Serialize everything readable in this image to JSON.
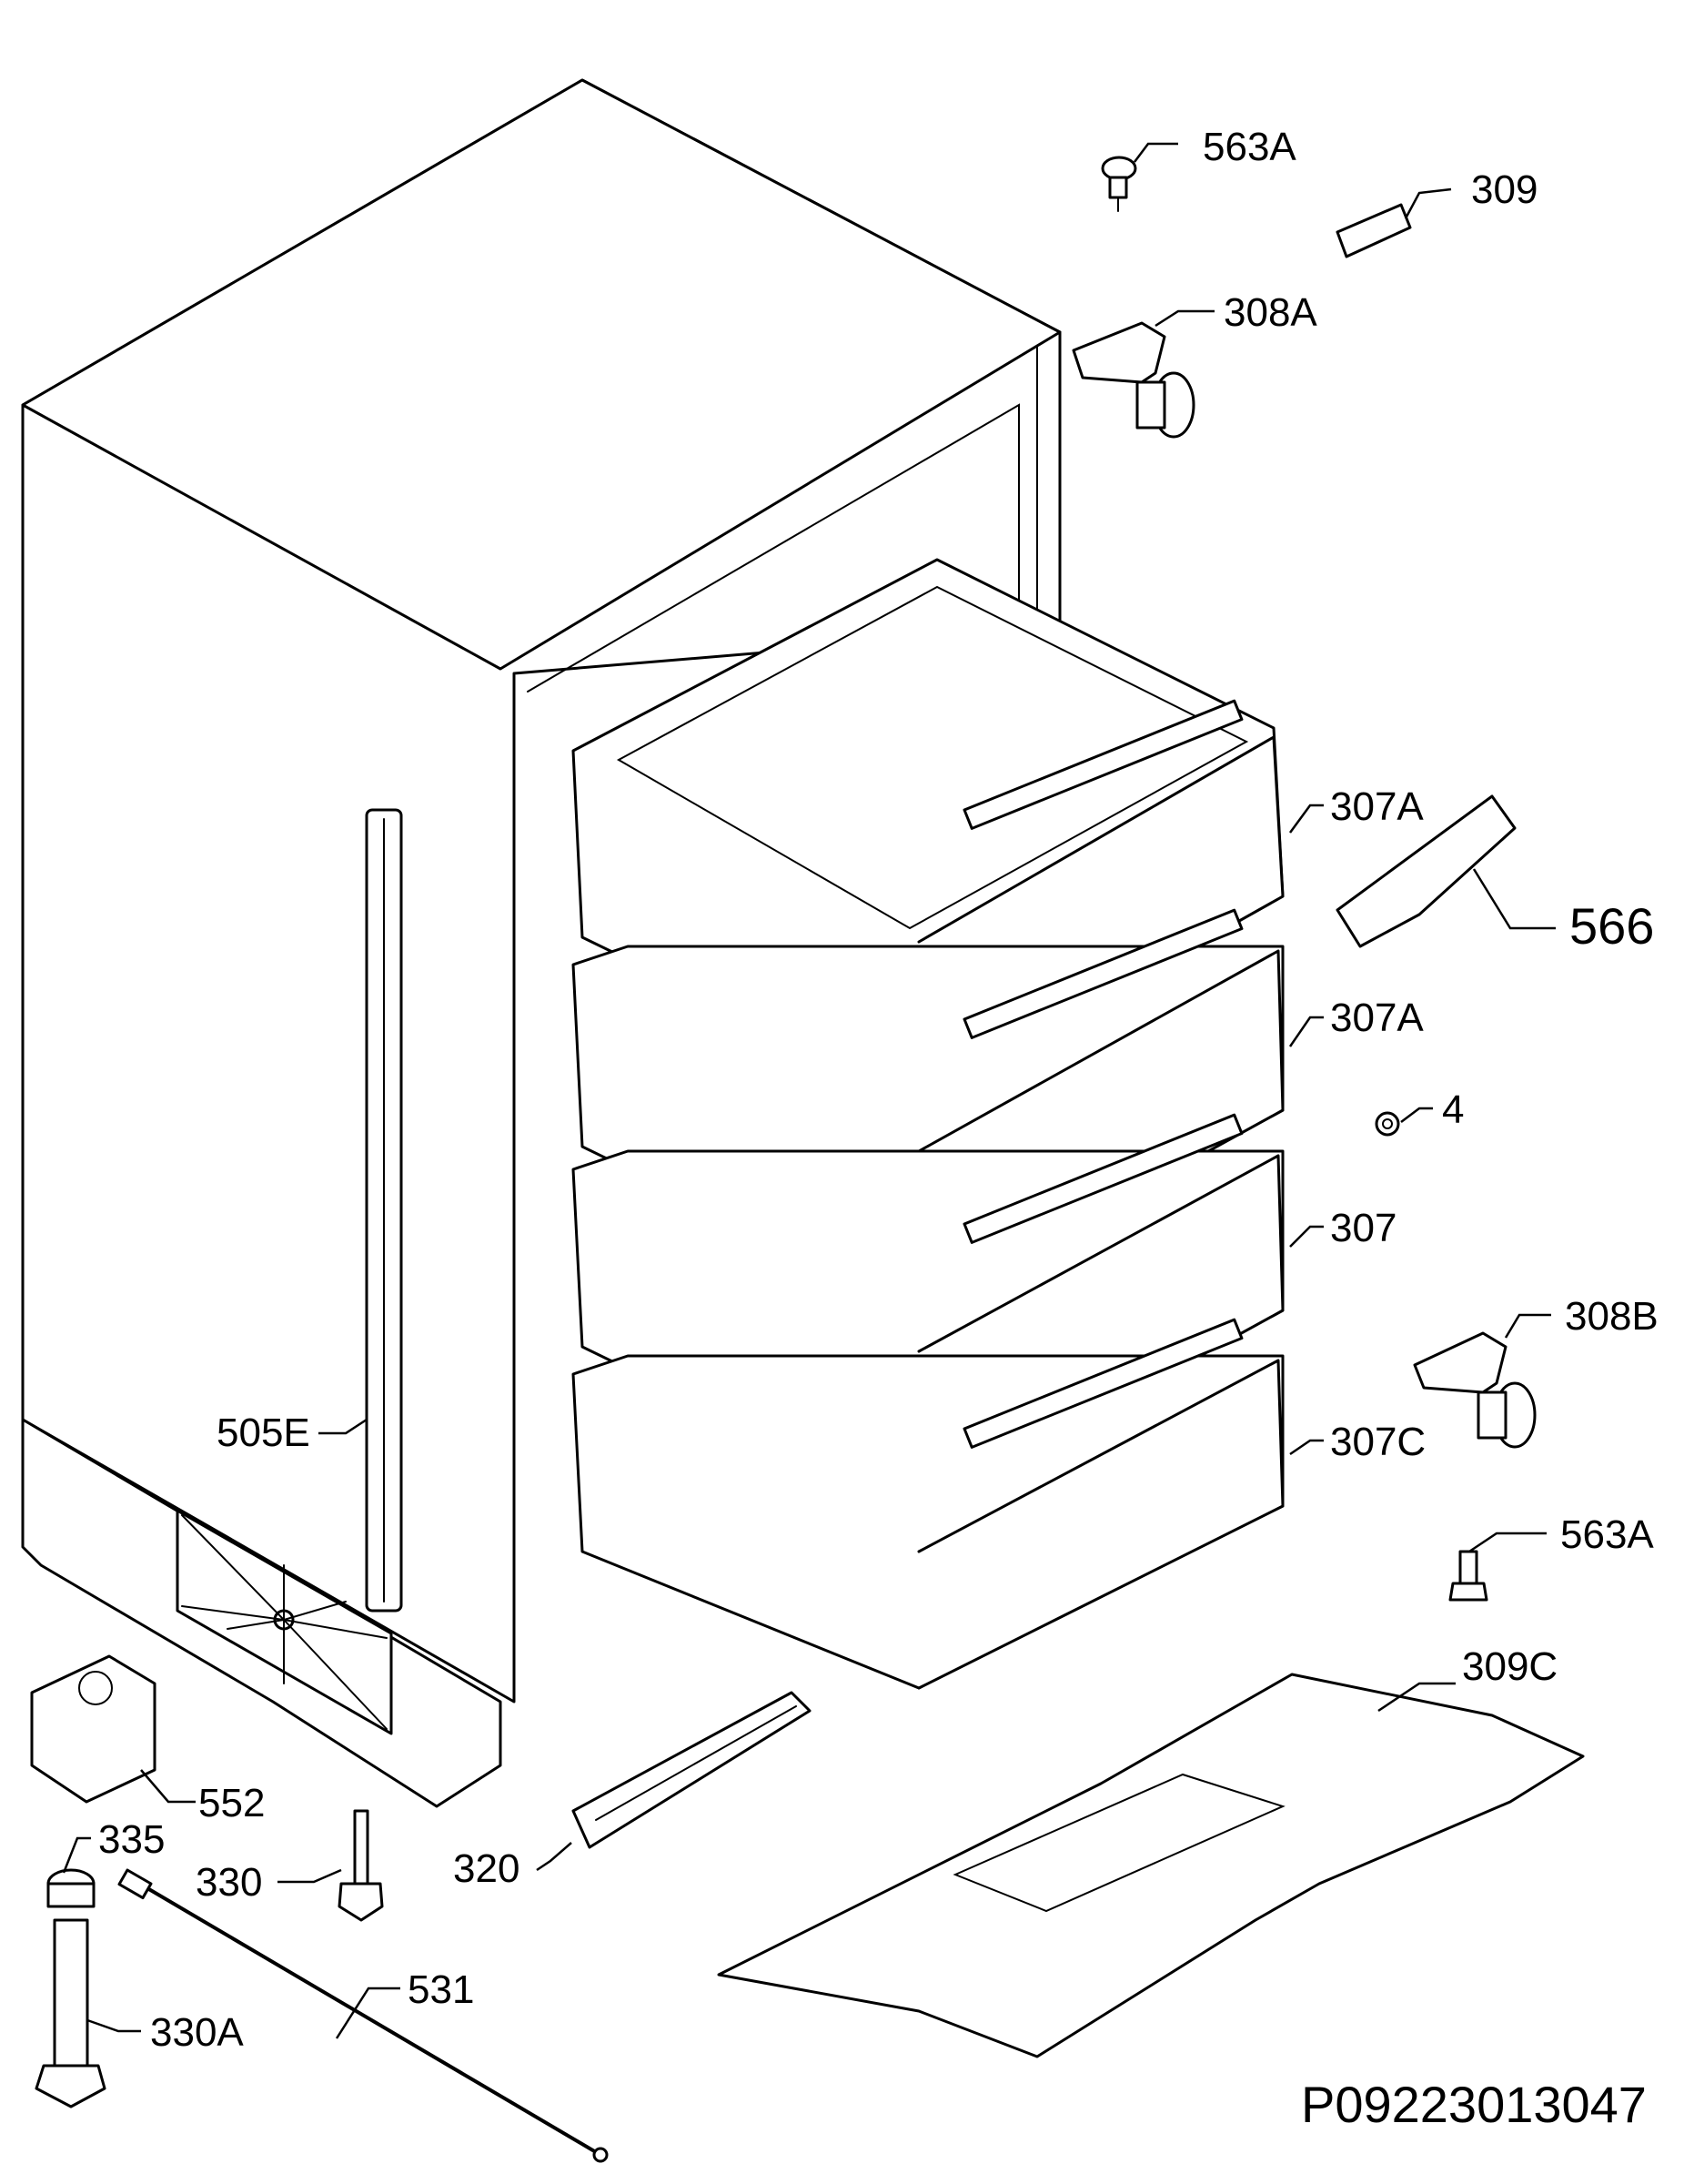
{
  "parts": {
    "p563a_top": "563A",
    "p309": "309",
    "p308a": "308A",
    "p307a_1": "307A",
    "p566": "566",
    "p307a_2": "307A",
    "p4": "4",
    "p307": "307",
    "p308b": "308B",
    "p307c": "307C",
    "p505e": "505E",
    "p563a_bottom": "563A",
    "p309c": "309C",
    "p552": "552",
    "p335": "335",
    "p330": "330",
    "p320": "320",
    "p531": "531",
    "p330a": "330A"
  },
  "drawing_code": "P09223013047"
}
